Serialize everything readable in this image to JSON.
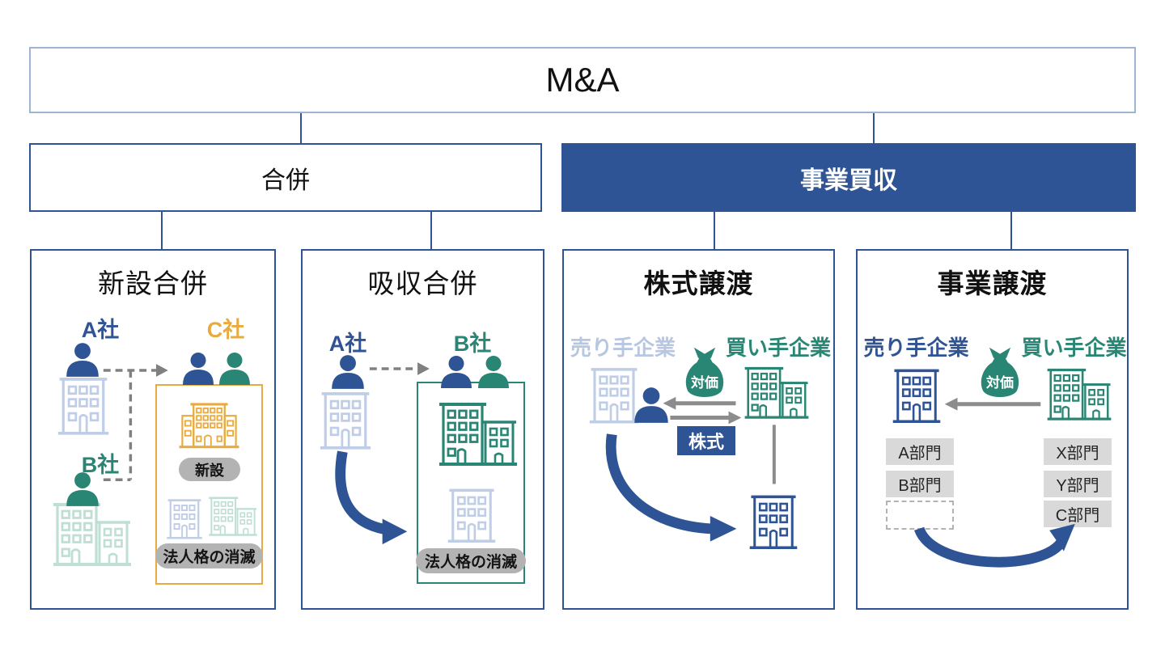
{
  "colors": {
    "primary_blue": "#2e5496",
    "green": "#2a8674",
    "orange": "#e8ab40",
    "faint_blue": "#bfcde6",
    "faint_green": "#bfdfd4",
    "badge_gray": "#b3b3b3",
    "dept_gray": "#d9d9d9",
    "arrow_gray": "#8c8c8c",
    "root_border": "#9fb3d4"
  },
  "root": {
    "title": "M&A"
  },
  "branches": {
    "merger": {
      "label": "合併"
    },
    "acquisition": {
      "label": "事業買収"
    }
  },
  "panels": {
    "shinsetsu": {
      "title": "新設合併",
      "company_a": "A社",
      "company_b": "B社",
      "company_c": "C社",
      "badge_new": "新設",
      "badge_dissolution": "法人格の消滅"
    },
    "kyushu": {
      "title": "吸収合併",
      "company_a": "A社",
      "company_b": "B社",
      "badge_dissolution": "法人格の消滅"
    },
    "kabushiki": {
      "title": "株式譲渡",
      "seller_label": "売り手企業",
      "buyer_label": "買い手企業",
      "consideration_label": "対価",
      "stock_label": "株式"
    },
    "jigyo": {
      "title": "事業譲渡",
      "seller_label": "売り手企業",
      "buyer_label": "買い手企業",
      "consideration_label": "対価",
      "seller_divisions": [
        "A部門",
        "B部門"
      ],
      "buyer_divisions": [
        "X部門",
        "Y部門",
        "C部門"
      ]
    }
  }
}
